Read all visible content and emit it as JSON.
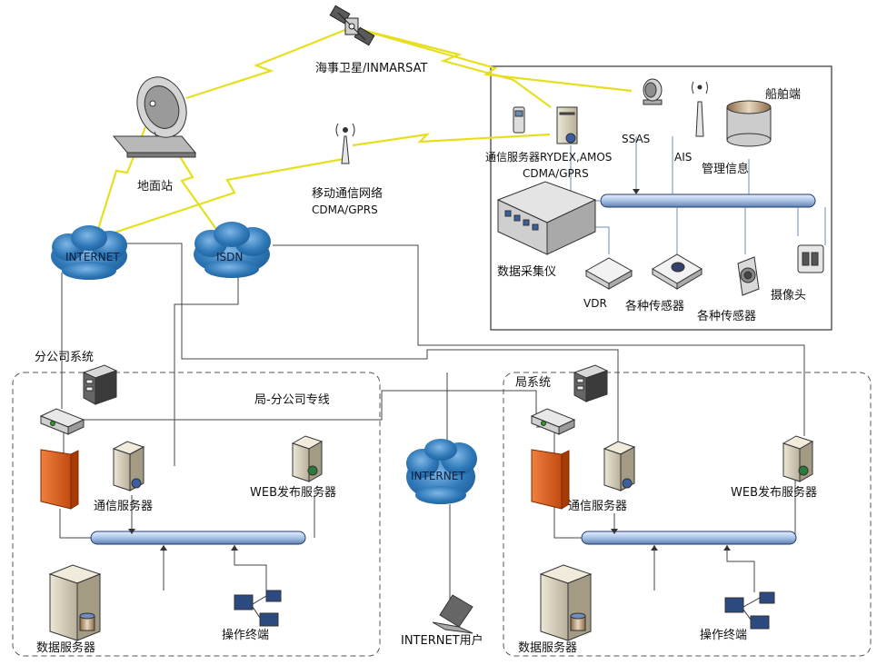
{
  "labels": {
    "satellite": "海事卫星/INMARSAT",
    "ground_station": "地面站",
    "mobile_network_line1": "移动通信网络",
    "mobile_network_line2": "CDMA/GPRS",
    "internet_top": "INTERNET",
    "isdn": "ISDN",
    "internet_mid": "INTERNET",
    "internet_user": "INTERNET用户",
    "ship_end": "船舶端",
    "ssas": "SSAS",
    "ais": "AIS",
    "mgmt_info": "管理信息",
    "comm_server_ship_line1": "通信服务器RYDEX,AMOS",
    "comm_server_ship_line2": "CDMA/GPRS",
    "data_collector": "数据采集仪",
    "vdr": "VDR",
    "sensors_1": "各种传感器",
    "sensors_2": "各种传感器",
    "camera": "摄像头",
    "branch_system": "分公司系统",
    "bureau_system": "局系统",
    "dedicated_line": "局-分公司专线",
    "branch_comm_server": "通信服务器",
    "branch_web_server": "WEB发布服务器",
    "branch_data_server": "数据服务器",
    "branch_terminal": "操作终端",
    "bureau_comm_server": "通信服务器",
    "bureau_web_server": "WEB发布服务器",
    "bureau_data_server": "数据服务器",
    "bureau_terminal": "操作终端"
  },
  "colors": {
    "bus_fill": "#c8daf0",
    "bus_stroke": "#233a6a",
    "cloud": "#2e78b7",
    "lightning": "#e8e21a",
    "firewall": "#e0621f",
    "line": "#444444"
  }
}
